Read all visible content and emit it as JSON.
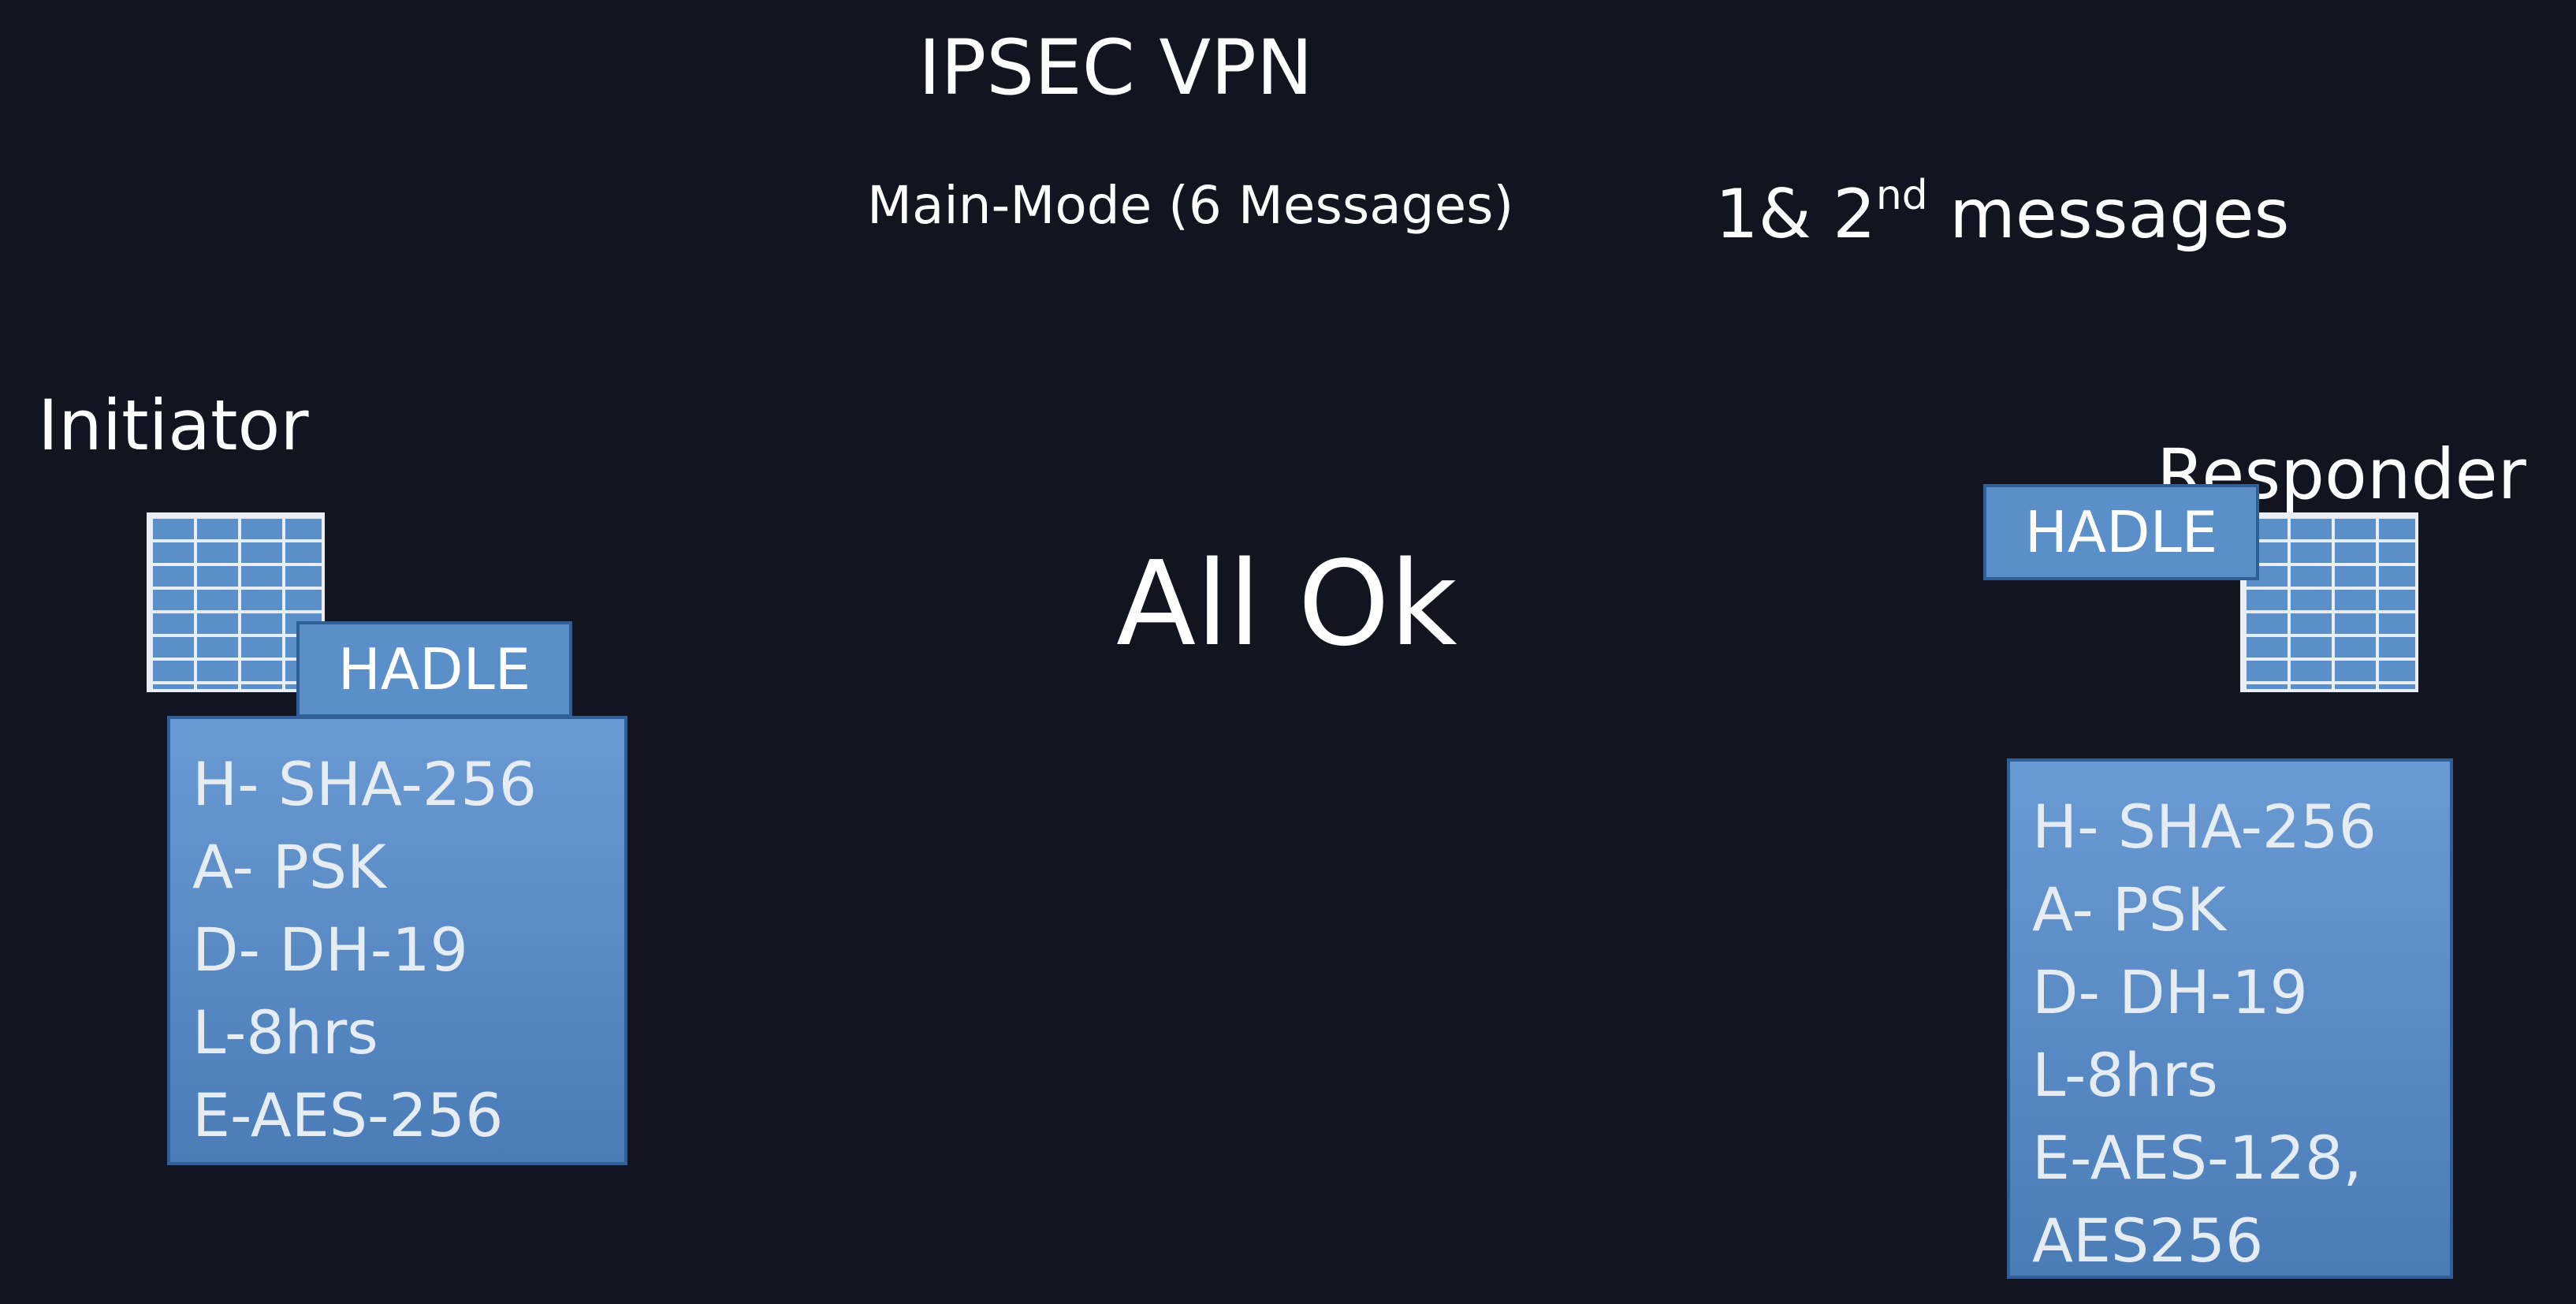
{
  "header": {
    "title": "IPSEC VPN",
    "subtitle": "Main-Mode   (6 Messages)",
    "messages_prefix": "1& 2",
    "messages_sup": "nd",
    "messages_suffix": " messages"
  },
  "initiator": {
    "label": "Initiator",
    "hadle": "HADLE",
    "policy": [
      "H- SHA-256",
      "A- PSK",
      "D- DH-19",
      "L-8hrs",
      "E-AES-256"
    ]
  },
  "responder": {
    "label": "Responder",
    "hadle": "HADLE",
    "policy": [
      "H- SHA-256",
      "A- PSK",
      "D- DH-19",
      "L-8hrs",
      "E-AES-128,",
      "AES256"
    ]
  },
  "status": "All Ok",
  "colors": {
    "background": "#121520",
    "box_fill": "#5b8fc9",
    "box_border": "#2f5f96",
    "text": "#ffffff"
  }
}
